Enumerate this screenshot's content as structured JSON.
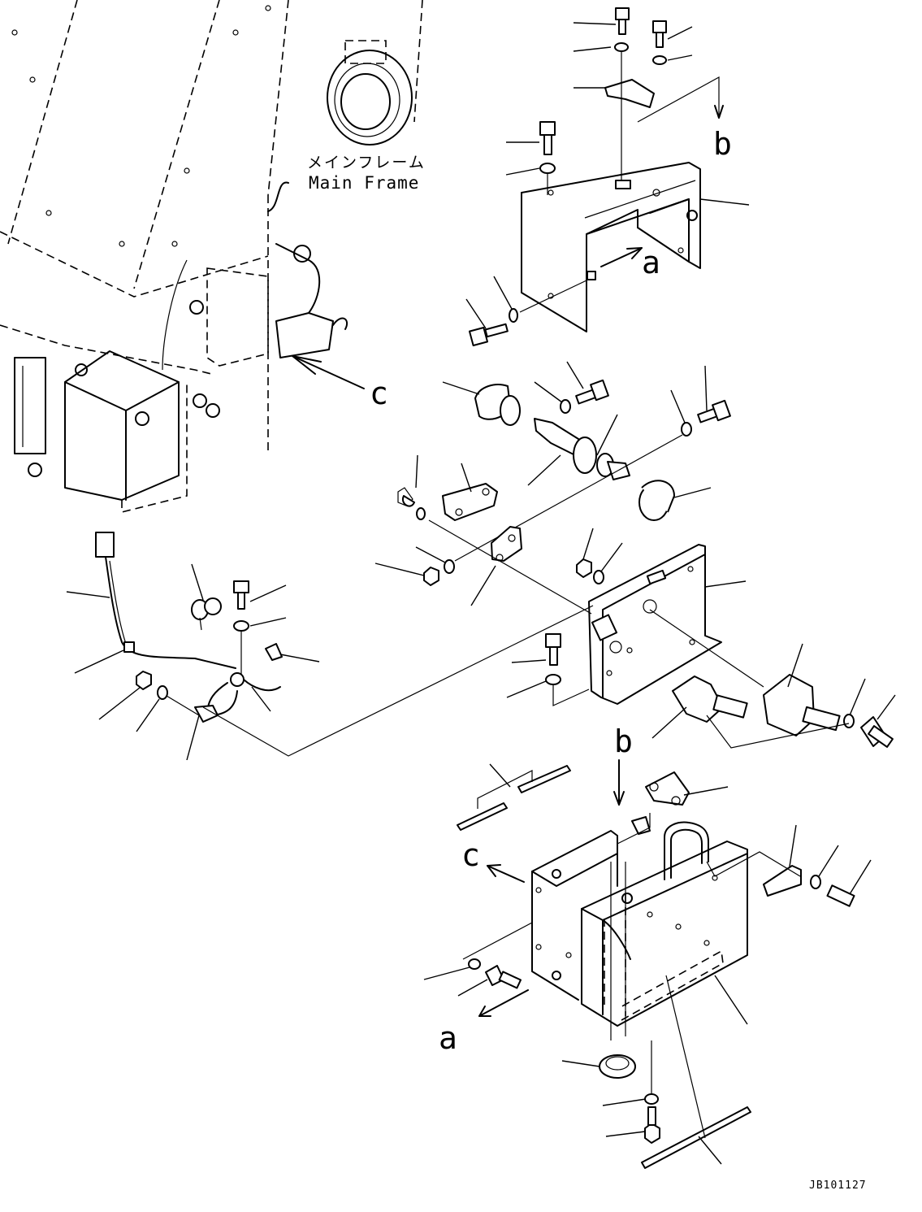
{
  "frame_label": {
    "japanese": "メインフレーム",
    "english": "Main Frame"
  },
  "reference_letters": {
    "a_upper": "a",
    "a_lower": "a",
    "b_upper": "b",
    "b_lower": "b",
    "c_upper": "c",
    "c_lower": "c"
  },
  "drawing_code": "JB101127"
}
